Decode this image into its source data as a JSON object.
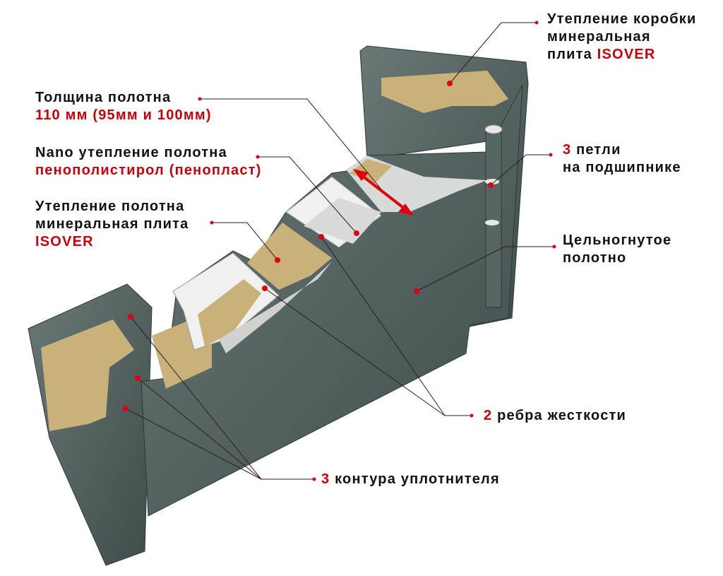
{
  "colors": {
    "accent": "#c8000a",
    "steel": "#4f5e5e",
    "insulation": "#c9b27a",
    "foam": "#d8dad8"
  },
  "labels": {
    "thickness": {
      "line1": "Толщина полотна",
      "line2": "110 мм (95мм и 100мм)"
    },
    "nano": {
      "line1": "Nano утепление полотна",
      "line2": "пенополистирол (пенопласт)"
    },
    "leaf_insulation": {
      "line1": "Утепление полотна",
      "line2": "минеральная плита",
      "line3": "ISOVER"
    },
    "frame_insulation": {
      "line1": "Утепление коробки",
      "line2": "минеральная",
      "line3a": "плита",
      "line3b": "ISOVER"
    },
    "hinges": {
      "num": "3",
      "line1": "петли",
      "line2": "на подшипнике"
    },
    "bent_leaf": {
      "line1": "Цельногнутое",
      "line2": "полотно"
    },
    "ribs": {
      "num": "2",
      "text": "ребра жесткости"
    },
    "seals": {
      "num": "3",
      "text": "контура уплотнителя"
    }
  }
}
